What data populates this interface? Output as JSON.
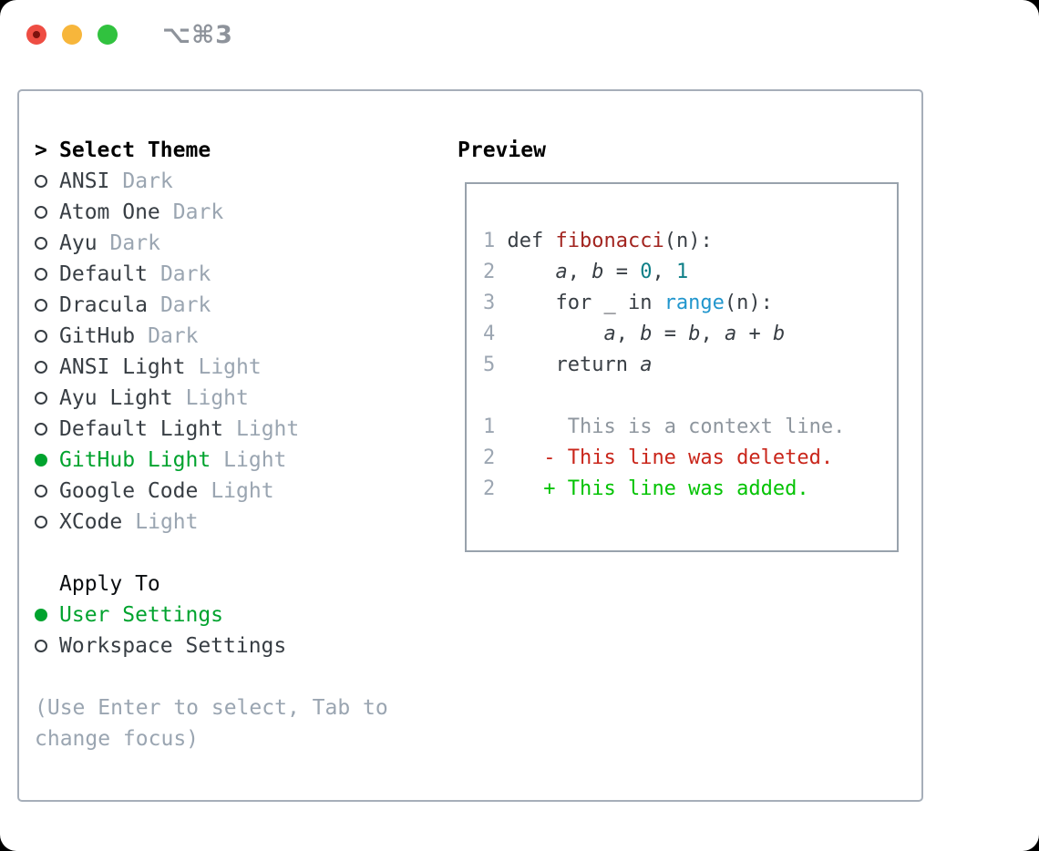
{
  "window": {
    "shortcut_label": "⌥⌘3"
  },
  "theme_panel": {
    "prompt": ">",
    "title": "Select Theme",
    "themes": [
      {
        "name": "ANSI",
        "tag": "Dark",
        "selected": false
      },
      {
        "name": "Atom One",
        "tag": "Dark",
        "selected": false
      },
      {
        "name": "Ayu",
        "tag": "Dark",
        "selected": false
      },
      {
        "name": "Default",
        "tag": "Dark",
        "selected": false
      },
      {
        "name": "Dracula",
        "tag": "Dark",
        "selected": false
      },
      {
        "name": "GitHub",
        "tag": "Dark",
        "selected": false
      },
      {
        "name": "ANSI Light",
        "tag": "Light",
        "selected": false
      },
      {
        "name": "Ayu Light",
        "tag": "Light",
        "selected": false
      },
      {
        "name": "Default Light",
        "tag": "Light",
        "selected": false
      },
      {
        "name": "GitHub Light",
        "tag": "Light",
        "selected": true
      },
      {
        "name": "Google Code",
        "tag": "Light",
        "selected": false
      },
      {
        "name": "XCode",
        "tag": "Light",
        "selected": false
      }
    ],
    "apply_to": {
      "title": "Apply To",
      "options": [
        {
          "name": "User Settings",
          "selected": true
        },
        {
          "name": "Workspace Settings",
          "selected": false
        }
      ]
    },
    "help_text": "(Use Enter to select, Tab to change focus)"
  },
  "preview": {
    "title": "Preview",
    "code_lines": [
      [
        {
          "t": "1",
          "c": "ln"
        },
        {
          "t": " def ",
          "c": "pl"
        },
        {
          "t": "fibonacci",
          "c": "fn"
        },
        {
          "t": "(n):",
          "c": "pl"
        }
      ],
      [
        {
          "t": "2",
          "c": "ln"
        },
        {
          "t": "     ",
          "c": "pl"
        },
        {
          "t": "a",
          "c": "vi"
        },
        {
          "t": ", ",
          "c": "pl"
        },
        {
          "t": "b",
          "c": "vi"
        },
        {
          "t": " = ",
          "c": "pl"
        },
        {
          "t": "0",
          "c": "nm"
        },
        {
          "t": ", ",
          "c": "pl"
        },
        {
          "t": "1",
          "c": "nm"
        }
      ],
      [
        {
          "t": "3",
          "c": "ln"
        },
        {
          "t": "     for _ in ",
          "c": "pl"
        },
        {
          "t": "range",
          "c": "bi"
        },
        {
          "t": "(n):",
          "c": "pl"
        }
      ],
      [
        {
          "t": "4",
          "c": "ln"
        },
        {
          "t": "         ",
          "c": "pl"
        },
        {
          "t": "a",
          "c": "vi"
        },
        {
          "t": ", ",
          "c": "pl"
        },
        {
          "t": "b",
          "c": "vi"
        },
        {
          "t": " = ",
          "c": "pl"
        },
        {
          "t": "b",
          "c": "vi"
        },
        {
          "t": ", ",
          "c": "pl"
        },
        {
          "t": "a",
          "c": "vi"
        },
        {
          "t": " + ",
          "c": "pl"
        },
        {
          "t": "b",
          "c": "vi"
        }
      ],
      [
        {
          "t": "5",
          "c": "ln"
        },
        {
          "t": "     return ",
          "c": "pl"
        },
        {
          "t": "a",
          "c": "vi"
        }
      ],
      [],
      [
        {
          "t": "1",
          "c": "ln"
        },
        {
          "t": "      ",
          "c": "pl"
        },
        {
          "t": "This is a context line.",
          "c": "ctx"
        }
      ],
      [
        {
          "t": "2",
          "c": "ln"
        },
        {
          "t": "    ",
          "c": "pl"
        },
        {
          "t": "- This line was deleted.",
          "c": "del"
        }
      ],
      [
        {
          "t": "2",
          "c": "ln"
        },
        {
          "t": "    ",
          "c": "pl"
        },
        {
          "t": "+ This line was added.",
          "c": "add"
        }
      ]
    ]
  },
  "colors": {
    "accent_green": "#00a32e",
    "text_dark": "#383e44",
    "tag_gray": "#9aa5b1",
    "line_number_gray": "#9ca6b2",
    "context_gray": "#8e969e",
    "func_red": "#a2241f",
    "number_teal": "#0e7f87",
    "builtin_blue": "#2196cd",
    "diff_red": "#c9251a",
    "diff_green": "#03c303",
    "panel_border": "#a6aeb9",
    "preview_border": "#98a2ac",
    "shortcut_gray": "#8e939b",
    "light_red": "#ee4d43",
    "light_red_dot": "#7c120e",
    "light_yellow": "#f7b63b",
    "light_green": "#31c23f"
  }
}
